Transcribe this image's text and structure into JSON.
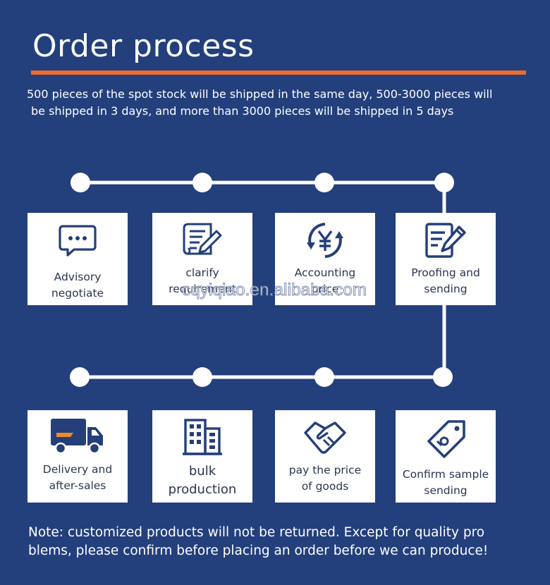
{
  "title": "Order process",
  "intro": {
    "line1": "500 pieces of the spot stock will be shipped in the same day, 500-3000 pieces will",
    "line2": "be shipped in 3 days, and more than 3000 pieces will be shipped in 5 days"
  },
  "steps_row1": [
    {
      "icon": "chat-bubble-icon",
      "line1": "Advisory",
      "line2": "negotiate"
    },
    {
      "icon": "document-edit-icon",
      "line1": "clarify",
      "line2": "requirement"
    },
    {
      "icon": "yen-cycle-icon",
      "line1": "Accounting",
      "line2": "price"
    },
    {
      "icon": "form-pencil-icon",
      "line1": "Proofing and",
      "line2": "sending"
    }
  ],
  "steps_row2": [
    {
      "icon": "delivery-truck-icon",
      "line1": "Delivery and",
      "line2": "after-sales"
    },
    {
      "icon": "building-icon",
      "line1": "bulk",
      "line2": "production"
    },
    {
      "icon": "handshake-icon",
      "line1": "pay the price",
      "line2": "of goods"
    },
    {
      "icon": "price-tag-icon",
      "line1": "Confirm sample",
      "line2": "sending"
    }
  ],
  "watermark": "cqyiqiao.en.alibaba.com",
  "note": {
    "line1": "Note: customized products will not be returned. Except for quality pro",
    "line2": "blems, please confirm before placing an order before we can produce!"
  },
  "colors": {
    "background": "#233f7c",
    "accent_rule": "#ee6b2f",
    "icon_blue": "#243f79",
    "truck_orange": "#ee8a2a"
  }
}
